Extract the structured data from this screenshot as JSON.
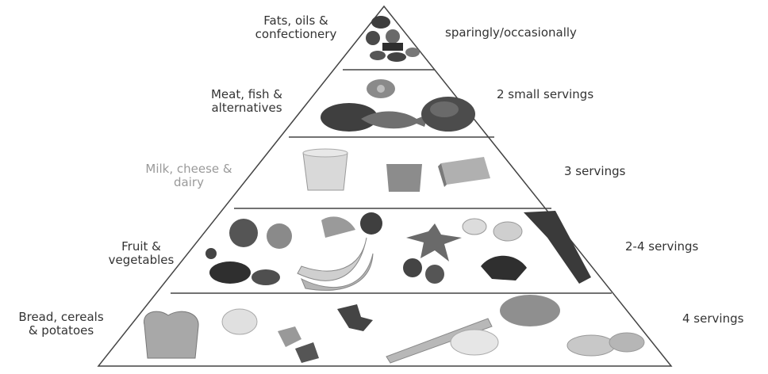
{
  "tiers": [
    {
      "id": "fats",
      "category_lines": [
        "Fats, oils &",
        "confectionery"
      ],
      "servings": "sparingly/occasionally"
    },
    {
      "id": "meat",
      "category_lines": [
        "Meat, fish &",
        "alternatives"
      ],
      "servings": "2 small servings"
    },
    {
      "id": "dairy",
      "category_lines": [
        "Milk, cheese &",
        "dairy"
      ],
      "servings": "3 servings"
    },
    {
      "id": "fruit",
      "category_lines": [
        "Fruit &",
        "vegetables"
      ],
      "servings": "2-4 servings"
    },
    {
      "id": "bread",
      "category_lines": [
        "Bread, cereals",
        "& potatoes"
      ],
      "servings": "4 servings"
    }
  ]
}
